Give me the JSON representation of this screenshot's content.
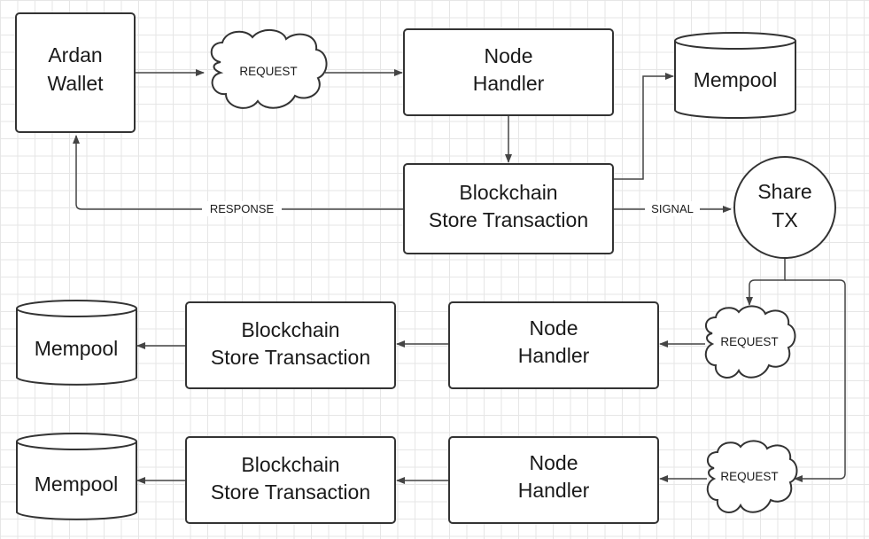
{
  "nodes": {
    "wallet": {
      "line1": "Ardan",
      "line2": "Wallet"
    },
    "request_top": {
      "label": "REQUEST"
    },
    "node_handler_top": {
      "line1": "Node",
      "line2": "Handler"
    },
    "mempool_top": {
      "label": "Mempool"
    },
    "blockchain_top": {
      "line1": "Blockchain",
      "line2": "Store Transaction"
    },
    "share_tx": {
      "line1": "Share",
      "line2": "TX"
    },
    "request_mid": {
      "label": "REQUEST"
    },
    "node_handler_mid": {
      "line1": "Node",
      "line2": "Handler"
    },
    "blockchain_mid": {
      "line1": "Blockchain",
      "line2": "Store Transaction"
    },
    "mempool_mid": {
      "label": "Mempool"
    },
    "request_bot": {
      "label": "REQUEST"
    },
    "node_handler_bot": {
      "line1": "Node",
      "line2": "Handler"
    },
    "blockchain_bot": {
      "line1": "Blockchain",
      "line2": "Store Transaction"
    },
    "mempool_bot": {
      "label": "Mempool"
    }
  },
  "edges": {
    "response": {
      "label": "RESPONSE"
    },
    "signal": {
      "label": "SIGNAL"
    }
  }
}
